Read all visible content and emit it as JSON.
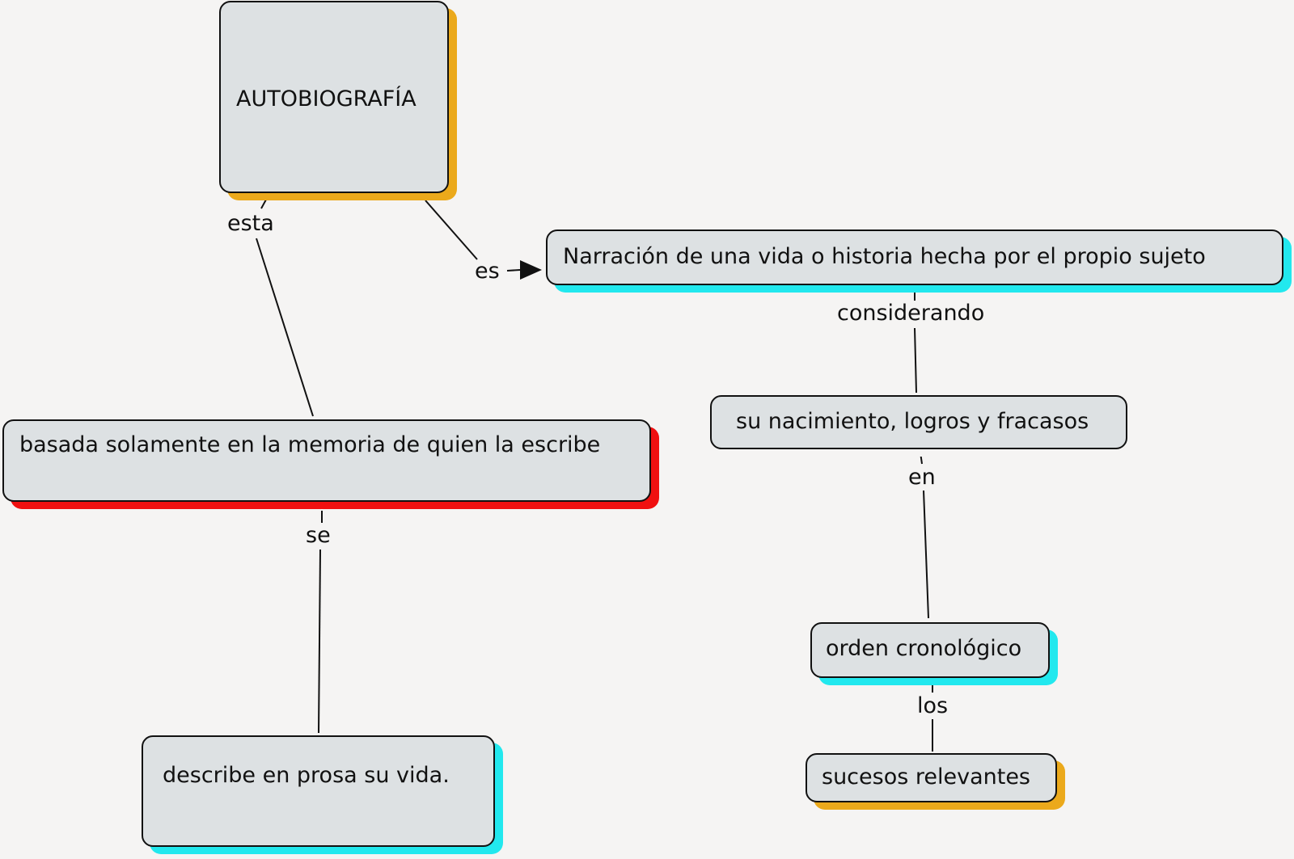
{
  "concepts": {
    "autobiografia": {
      "label": "AUTOBIOGRAFÍA",
      "shadow": "#eba91b"
    },
    "narracion": {
      "label": "Narración de una vida o historia hecha por el propio  sujeto",
      "shadow": "#22e8ee"
    },
    "basada": {
      "label": "basada solamente en la memoria de quien la escribe",
      "shadow": "#f01010"
    },
    "nacimiento": {
      "label": "su nacimiento, logros y fracasos",
      "shadow": "#f5f4f3"
    },
    "orden": {
      "label": "orden cronológico",
      "shadow": "#22e8ee"
    },
    "describe": {
      "label": "describe en prosa su vida.",
      "shadow": "#22e8ee"
    },
    "sucesos": {
      "label": "sucesos relevantes",
      "shadow": "#eba91b"
    }
  },
  "links": {
    "esta": "esta",
    "es": "es",
    "considerando": "considerando",
    "en": "en",
    "se": "se",
    "los": "los"
  },
  "colors": {
    "background": "#f5f4f3",
    "node_fill": "#dde1e3",
    "stroke": "#111111"
  }
}
